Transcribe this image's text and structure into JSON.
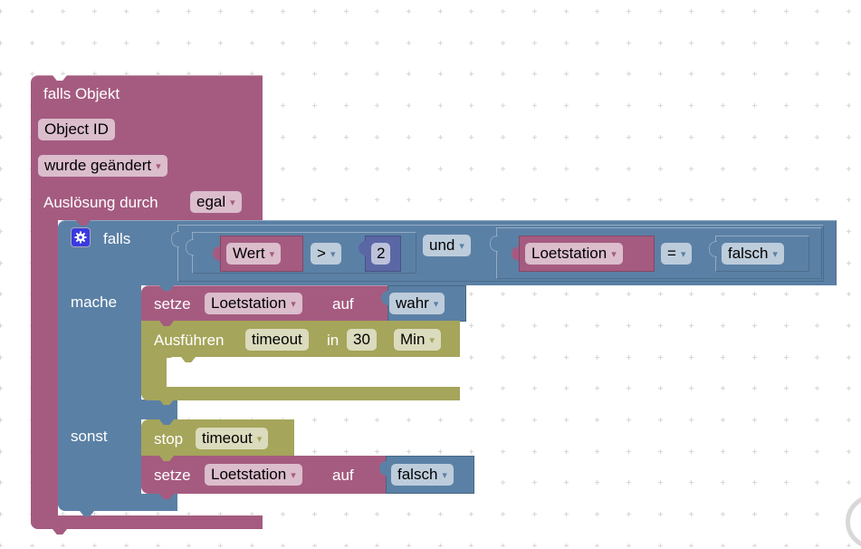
{
  "workspace": {
    "trigger_block": {
      "title": "falls Objekt",
      "object_id_label": "Object ID",
      "condition_dropdown": "wurde geändert",
      "trigger_label": "Auslösung durch",
      "trigger_dropdown": "egal",
      "color": "#a55b80"
    },
    "if_block": {
      "if_label": "falls",
      "do_label": "mache",
      "else_label": "sonst",
      "gear_icon": "gear-icon",
      "color": "#5b80a5",
      "condition": {
        "left": {
          "variable": "Wert",
          "operator": ">",
          "number": "2"
        },
        "logic_operator": "und",
        "right": {
          "variable": "Loetstation",
          "operator": "=",
          "value": "falsch"
        }
      }
    },
    "do_statements": {
      "set_var": {
        "prefix": "setze",
        "variable": "Loetstation",
        "to_label": "auf",
        "value": "wahr"
      },
      "timeout": {
        "label": "Ausführen",
        "name": "timeout",
        "in_label": "in",
        "delay": "30",
        "unit": "Min",
        "color": "#a5a55b"
      }
    },
    "else_statements": {
      "stop": {
        "label": "stop",
        "name": "timeout"
      },
      "set_var": {
        "prefix": "setze",
        "variable": "Loetstation",
        "to_label": "auf",
        "value": "falsch"
      }
    }
  },
  "controls": {
    "dropdown_arrow": "▾"
  }
}
